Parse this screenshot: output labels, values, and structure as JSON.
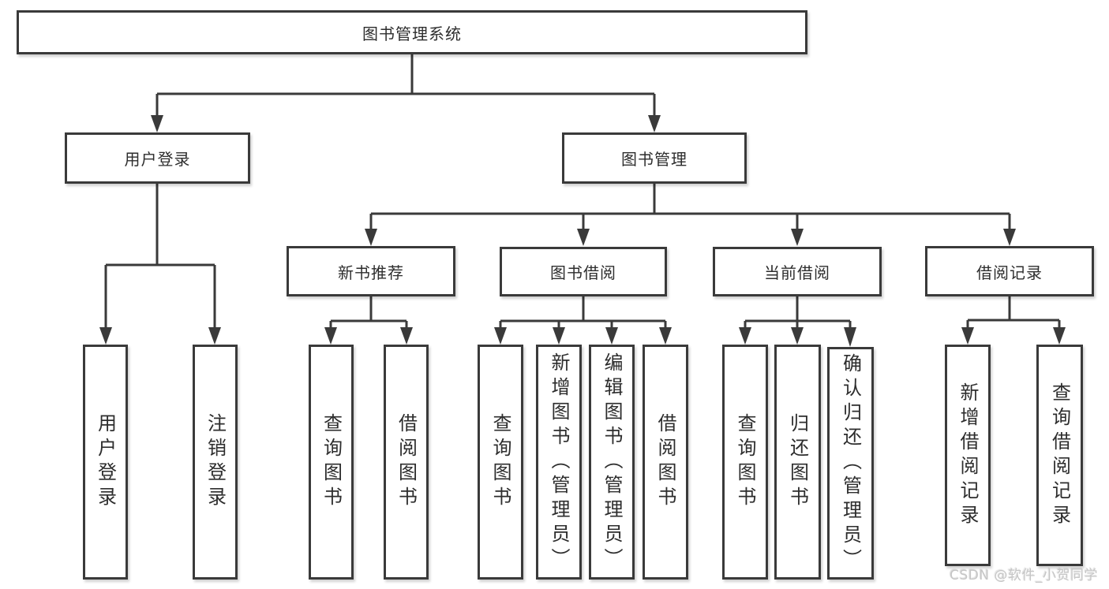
{
  "tree": {
    "root": "图书管理系统",
    "branches": [
      {
        "label": "用户登录",
        "leaves": [
          "用户登录",
          "注销登录"
        ]
      },
      {
        "label": "图书管理",
        "groups": [
          {
            "label": "新书推荐",
            "leaves": [
              "查询图书",
              "借阅图书"
            ]
          },
          {
            "label": "图书借阅",
            "leaves": [
              "查询图书",
              "新增图书（管理员）",
              "编辑图书（管理员）",
              "借阅图书"
            ]
          },
          {
            "label": "当前借阅",
            "leaves": [
              "查询图书",
              "归还图书",
              "确认归还（管理员）"
            ]
          },
          {
            "label": "借阅记录",
            "leaves": [
              "新增借阅记录",
              "查询借阅记录"
            ]
          }
        ]
      }
    ]
  },
  "watermark": {
    "text": "CSDN @软件_小贺同学"
  },
  "colors": {
    "line": "#3a3a3a",
    "text": "#2d2d2d",
    "background": "#ffffff",
    "watermark": "#c6c6c6"
  }
}
